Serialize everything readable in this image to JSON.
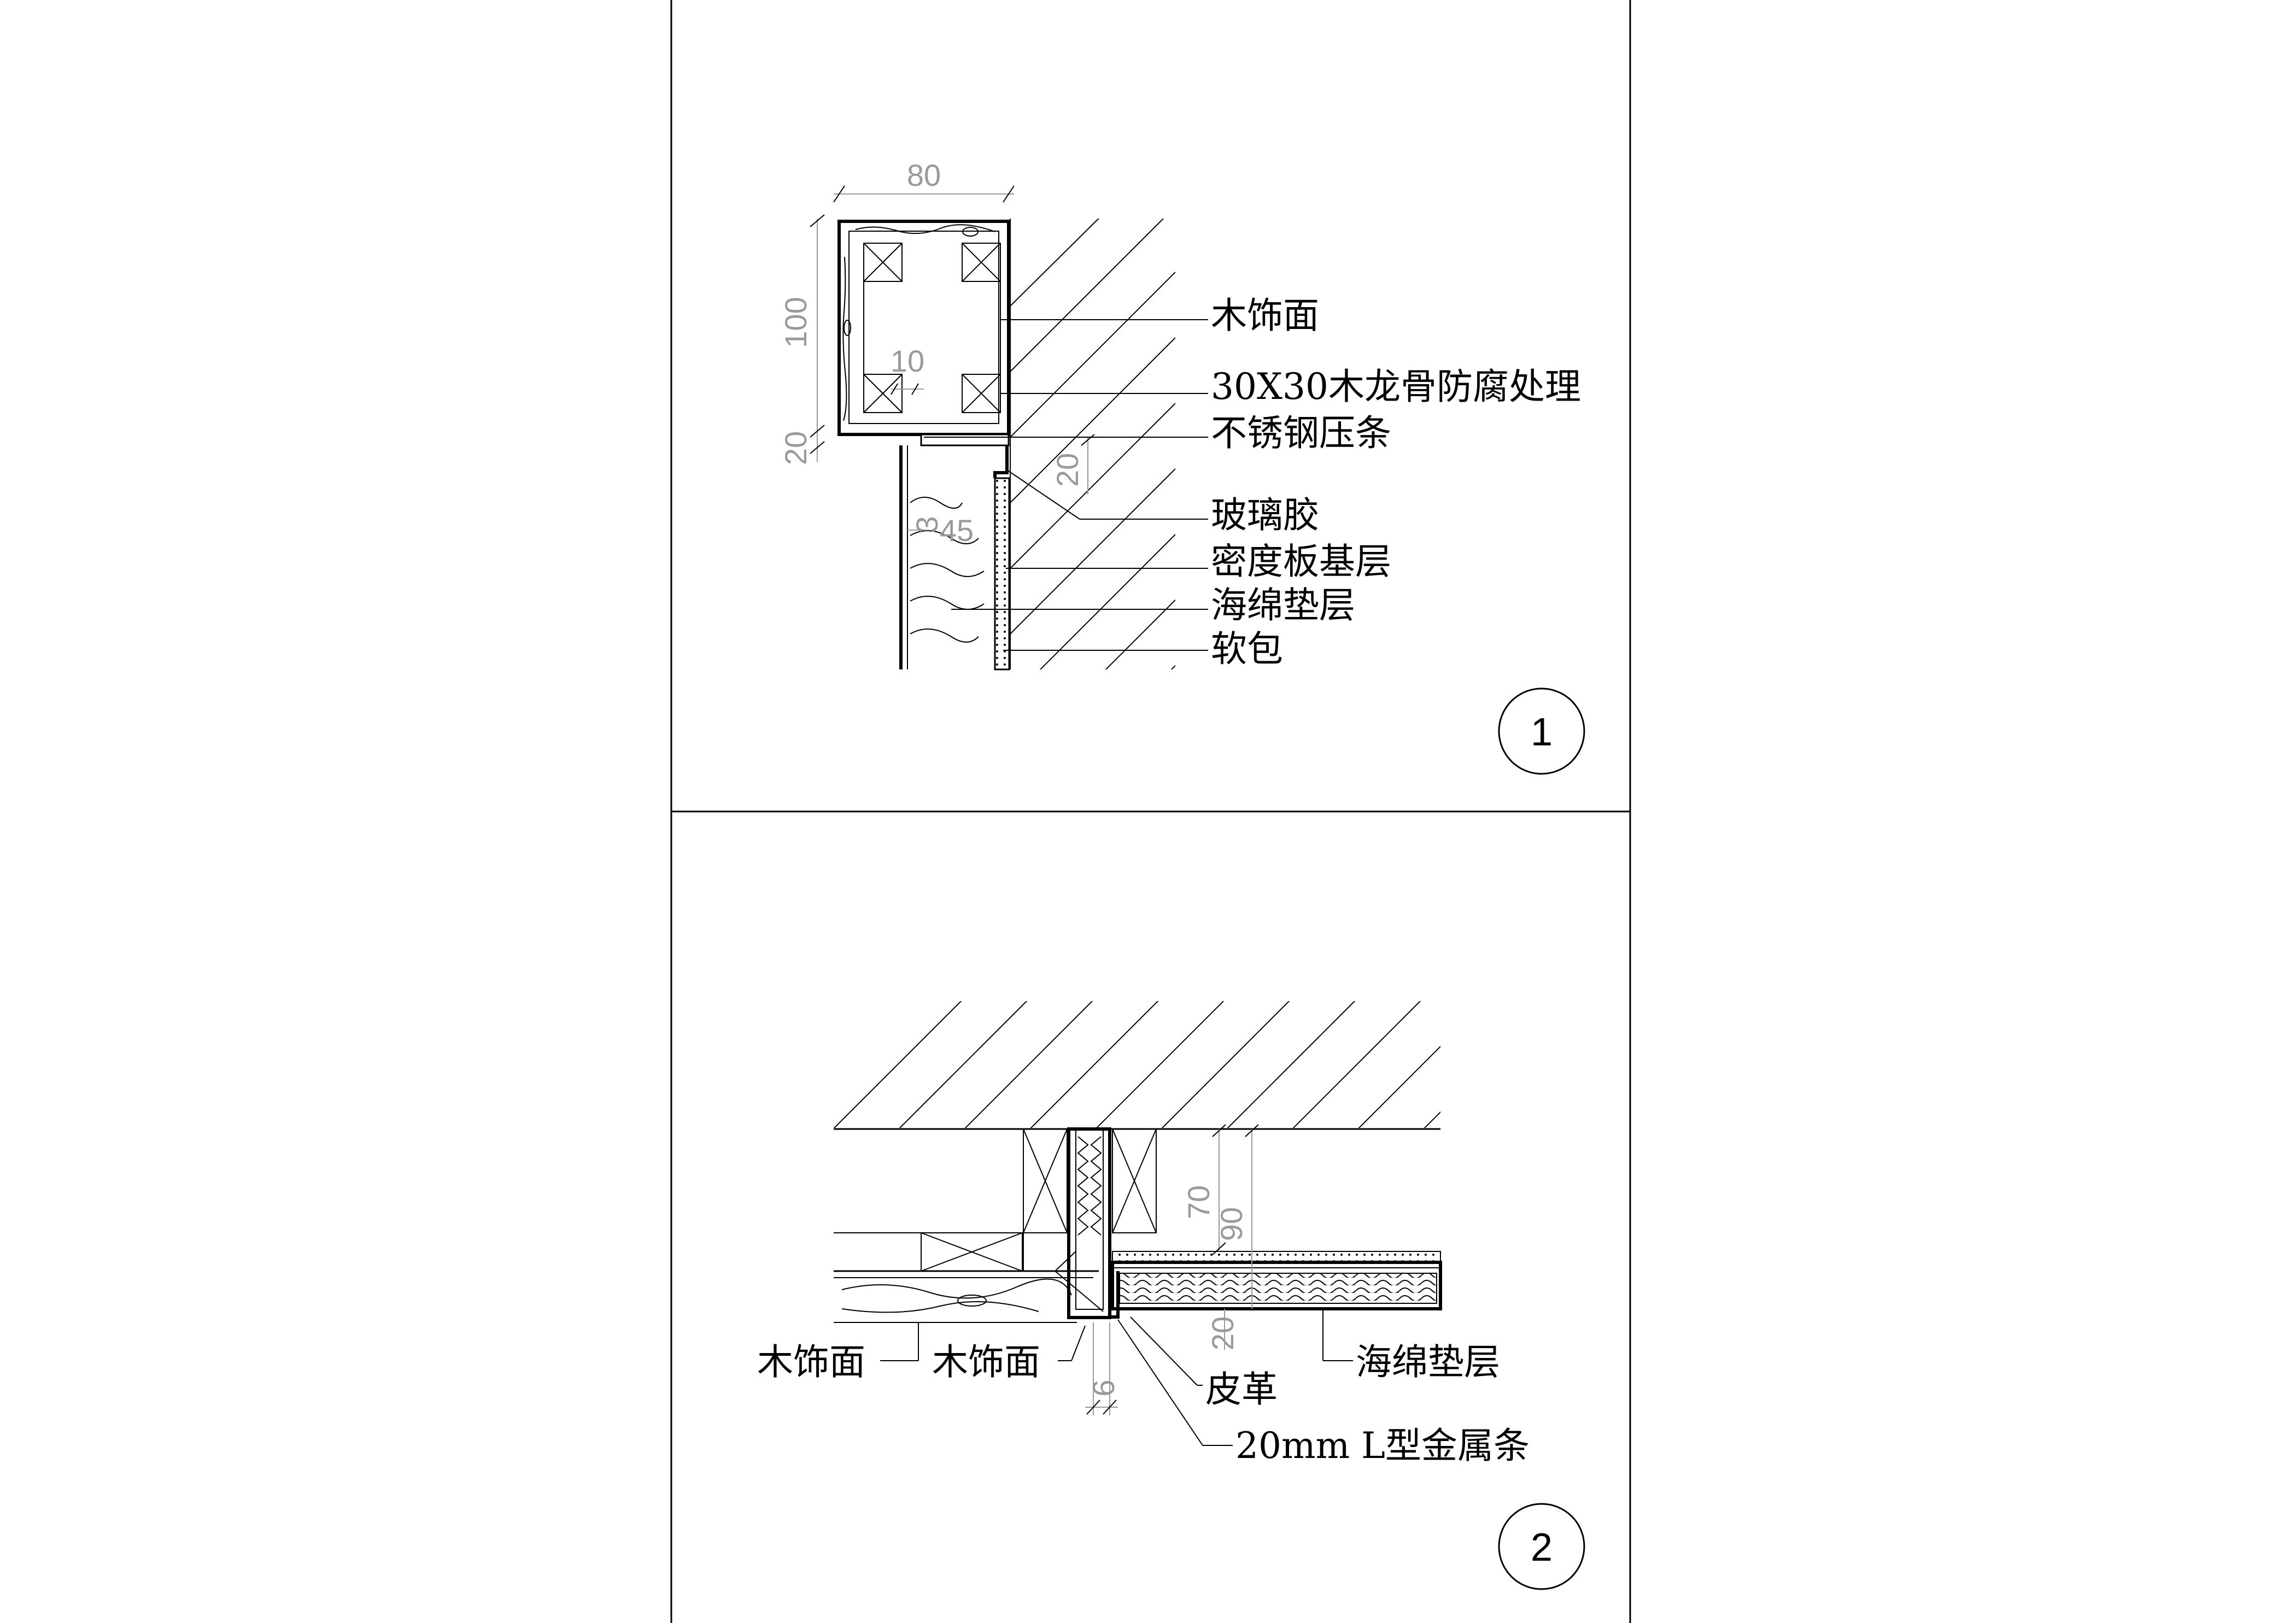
{
  "detail1": {
    "number": "1",
    "dims": {
      "width": "80",
      "height": "100",
      "d10": "10",
      "d20a": "20",
      "d20b": "20",
      "d45": "45",
      "d3": "3"
    },
    "labels": [
      "木饰面",
      "30X30木龙骨防腐处理",
      "不锈钢压条",
      "玻璃胶",
      "密度板基层",
      "海绵垫层",
      "软包"
    ]
  },
  "detail2": {
    "number": "2",
    "dims": {
      "d70": "70",
      "d90": "90",
      "d20": "20",
      "d6": "6"
    },
    "labels": {
      "wood_left": "木饰面",
      "wood_right": "木饰面",
      "sponge": "海绵垫层",
      "leather": "皮革",
      "metal_strip": "20mm L型金属条"
    }
  }
}
